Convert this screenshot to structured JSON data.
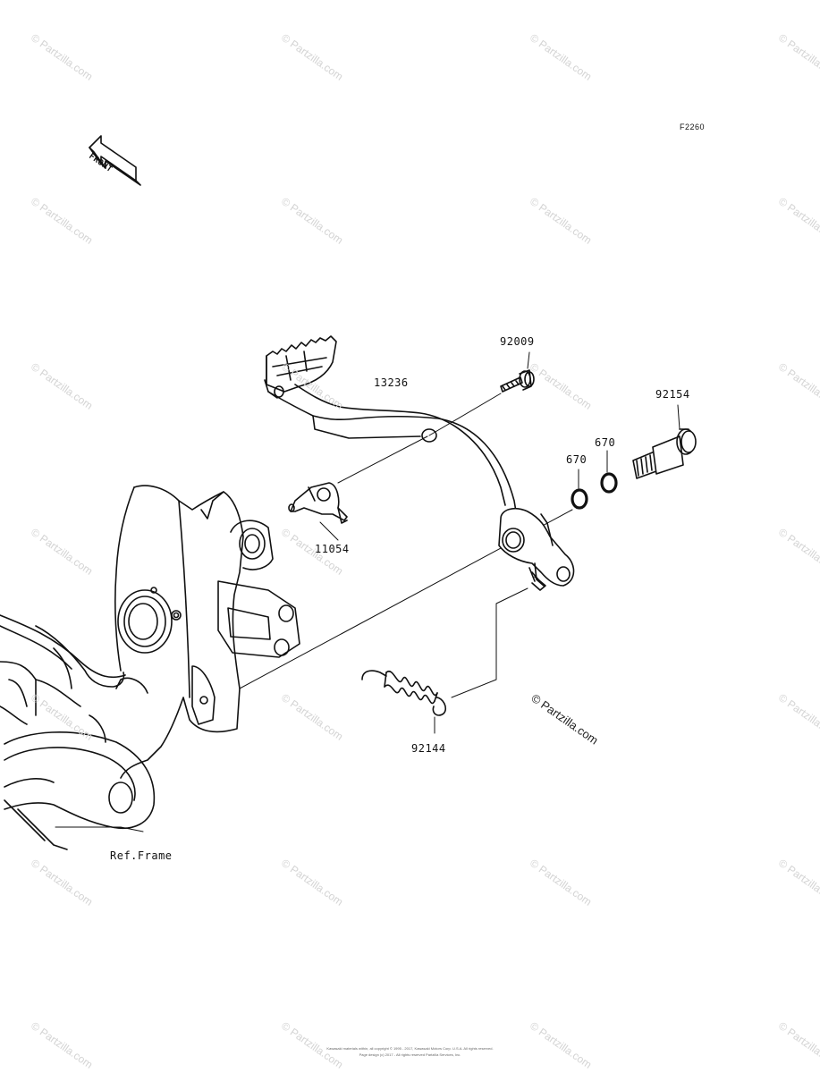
{
  "diagram_code": "F2260",
  "front_label": "FRONT",
  "parts": {
    "p92009": "92009",
    "p13236": "13236",
    "p92154": "92154",
    "p670a": "670",
    "p670b": "670",
    "p11054": "11054",
    "p92144": "92144",
    "ref_frame": "Ref.Frame"
  },
  "watermark": "© Partzilla.com",
  "watermark_main": "© Partzilla.com",
  "footer": {
    "line1": "Kawasaki materials within, all copyright © 1995 - 2017, Kawasaki Motors Corp. U.S.A. All rights reserved.",
    "line2": "Page design (c) 2017 - All rights reserved Partzilla Services, Inc."
  }
}
